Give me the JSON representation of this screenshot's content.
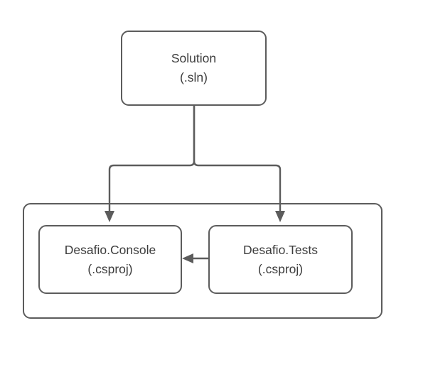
{
  "diagram": {
    "type": "dotnet-solution-structure",
    "background_color": "#ffffff",
    "stroke_color": "#5c5c5c",
    "text_color": "#3c3c3c",
    "nodes": [
      {
        "id": "solution",
        "title": "Solution",
        "subtitle": "(.sln)"
      },
      {
        "id": "console",
        "title": "Desafio.Console",
        "subtitle": "(.csproj)"
      },
      {
        "id": "tests",
        "title": "Desafio.Tests",
        "subtitle": "(.csproj)"
      }
    ],
    "group": {
      "id": "solution-folder",
      "label": ""
    },
    "edges": [
      {
        "from": "solution",
        "to": "console",
        "style": "elbow",
        "arrowhead": "end"
      },
      {
        "from": "solution",
        "to": "tests",
        "style": "elbow",
        "arrowhead": "end"
      },
      {
        "from": "tests",
        "to": "console",
        "style": "straight",
        "arrowhead": "end"
      }
    ]
  }
}
